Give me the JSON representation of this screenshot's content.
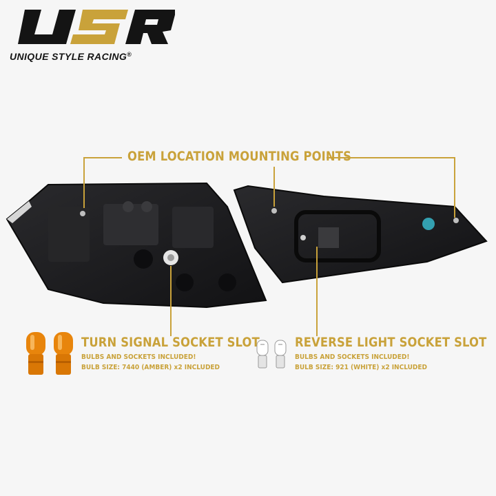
{
  "brand": {
    "mark": "USR",
    "name": "UNIQUE STYLE RACING",
    "registered": "®"
  },
  "callouts": {
    "mounting": "OEM LOCATION MOUNTING POINTS",
    "turn": {
      "title": "TURN SIGNAL SOCKET SLOT",
      "line1": "BULBS AND SOCKETS INCLUDED!",
      "line2": "BULB SIZE: 7440 (AMBER) x2 INCLUDED"
    },
    "reverse": {
      "title": "REVERSE LIGHT SOCKET SLOT",
      "line1": "BULBS AND SOCKETS INCLUDED!",
      "line2": "BULB SIZE: 921 (WHITE) x2 INCLUDED"
    }
  },
  "colors": {
    "accent": "#c9a23a",
    "housing": "#1c1c1e",
    "amber_bulb": "#e8850c",
    "background": "#f6f6f6"
  },
  "icons": [
    "amber-bulb-icon",
    "white-bulb-icon",
    "usr-logo-icon"
  ]
}
